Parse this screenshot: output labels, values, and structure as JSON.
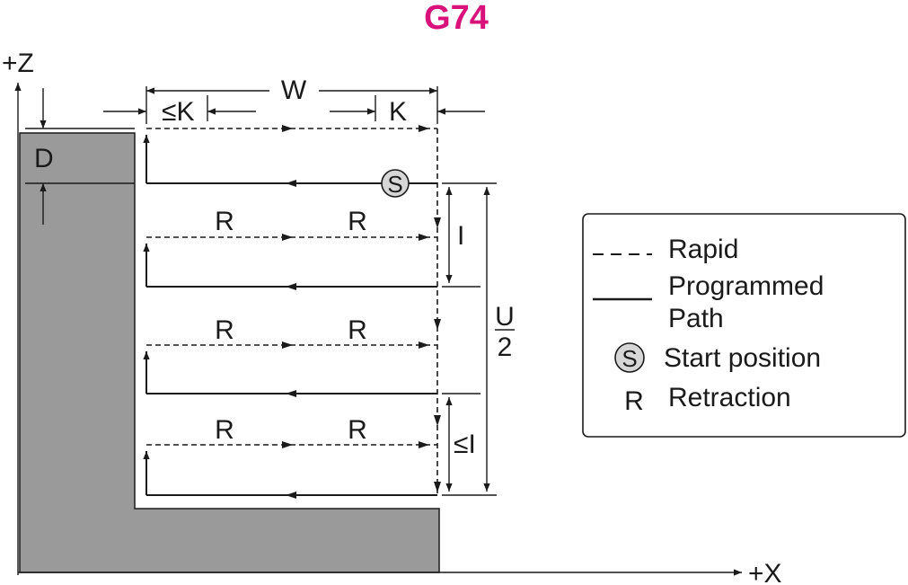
{
  "title": "G74",
  "colors": {
    "title": "#D9117A",
    "part": "#9A9A9A",
    "ink": "#1A1A1A",
    "start_badge": "#D6D6D6"
  },
  "axes": {
    "z": "+Z",
    "x": "+X"
  },
  "dims": {
    "w": "W",
    "k_le": "≤K",
    "k": "K",
    "d": "D",
    "i": "I",
    "i_le": "≤I",
    "u_top": "U",
    "u_bottom": "2"
  },
  "markers": {
    "start": "S",
    "retraction": "R"
  },
  "legend": {
    "rapid": "Rapid",
    "programmed_line1": "Programmed",
    "programmed_line2": "Path",
    "start_symbol": "S",
    "start": "Start position",
    "retraction_symbol": "R",
    "retraction": "Retraction"
  }
}
